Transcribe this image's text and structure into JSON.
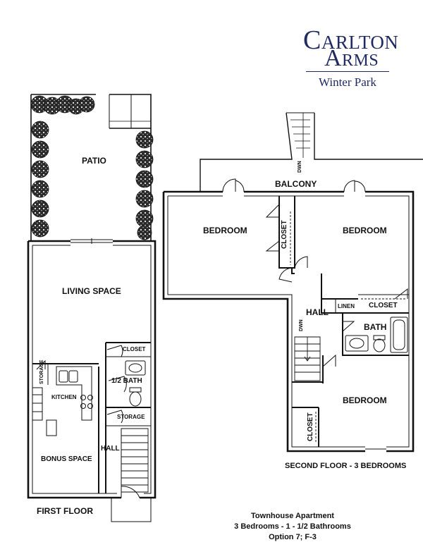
{
  "brand": {
    "line1": "Carlton",
    "line2": "Arms",
    "location": "Winter Park"
  },
  "first_floor": {
    "title": "FIRST FLOOR",
    "rooms": {
      "patio": "PATIO",
      "living_space": "LIVING SPACE",
      "closet": "CLOSET",
      "half_bath": "1/2 BATH",
      "storage_under_stairs": "STORAGE",
      "hall": "HALL",
      "kitchen": "KITCHEN",
      "storage_pantry": "STORAGE",
      "bonus_space": "BONUS SPACE"
    }
  },
  "second_floor": {
    "title": "SECOND FLOOR - 3 BEDROOMS",
    "rooms": {
      "balcony": "BALCONY",
      "bedroom_left": "BEDROOM",
      "bedroom_right": "BEDROOM",
      "closet_center": "CLOSET",
      "closet_right": "CLOSET",
      "linen": "LINEN",
      "hall": "HALL",
      "bath": "BATH",
      "bedroom_bottom": "BEDROOM",
      "closet_bottom": "CLOSET"
    },
    "stairs_balcony_label": "DWN",
    "stairs_hall_label": "DWN"
  },
  "caption": {
    "line1": "Townhouse Apartment",
    "line2": "3 Bedrooms - 1 - 1/2 Bathrooms",
    "line3": "Option 7; F-3"
  }
}
